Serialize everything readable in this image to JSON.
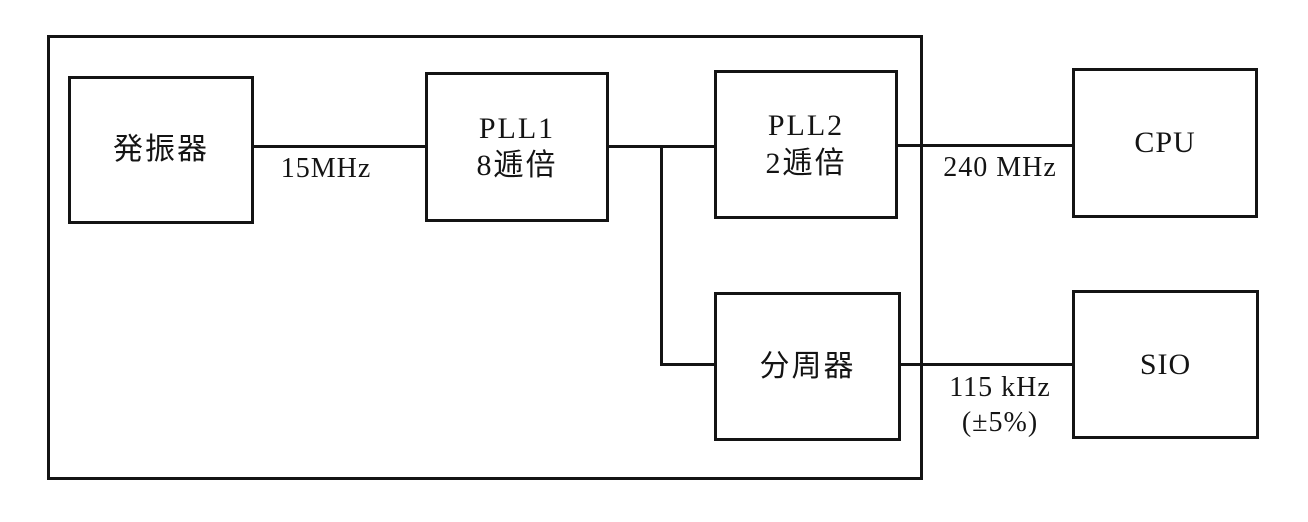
{
  "diagram": {
    "blocks": {
      "oscillator": {
        "label": "発振器"
      },
      "pll1": {
        "line1": "PLL1",
        "line2": "8逓倍"
      },
      "pll2": {
        "line1": "PLL2",
        "line2": "2逓倍"
      },
      "divider": {
        "label": "分周器"
      },
      "cpu": {
        "label": "CPU"
      },
      "sio": {
        "label": "SIO"
      }
    },
    "connection_labels": {
      "oscillator_to_pll1": "15MHz",
      "pll2_to_cpu": "240 MHz",
      "divider_to_sio_freq": "115 kHz",
      "divider_to_sio_tolerance": "(±5%)"
    },
    "colors": {
      "line": "#141414",
      "background": "#ffffff"
    }
  }
}
